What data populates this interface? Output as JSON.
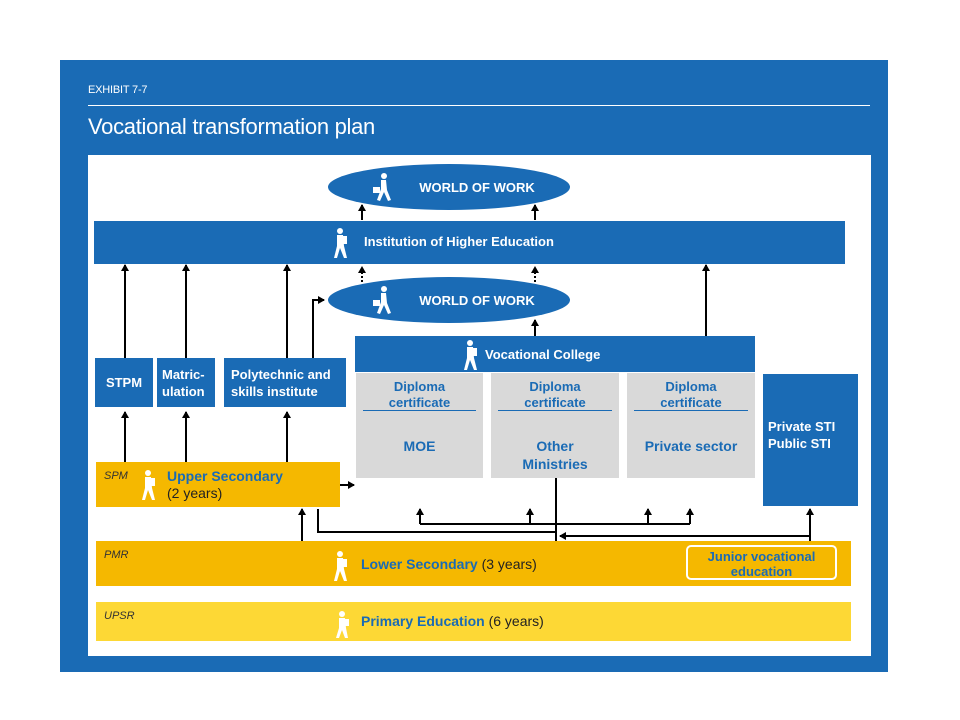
{
  "header": {
    "exhibit": "EXHIBIT 7-7",
    "title": "Vocational transformation plan"
  },
  "world_of_work_top": "WORLD OF WORK",
  "world_of_work_mid": "WORLD OF WORK",
  "higher_ed": "Institution of Higher Education",
  "stpm": "STPM",
  "matriculation": {
    "line1": "Matric-",
    "line2": "ulation"
  },
  "polytechnic": {
    "line1": "Polytechnic and",
    "line2": "skills institute"
  },
  "vocational_college": "Vocational College",
  "diplomas": [
    {
      "line1": "Diploma",
      "line2": "certificate",
      "org1": "MOE",
      "org2": ""
    },
    {
      "line1": "Diploma",
      "line2": "certificate",
      "org1": "Other",
      "org2": "Ministries"
    },
    {
      "line1": "Diploma",
      "line2": "certificate",
      "org1": "Private sector",
      "org2": ""
    }
  ],
  "private_sti": {
    "line1": "Private STI",
    "line2": "Public STI"
  },
  "upper_secondary": {
    "stage": "SPM",
    "label": "Upper Secondary",
    "years": "(2 years)"
  },
  "lower_secondary": {
    "stage": "PMR",
    "label": "Lower Secondary",
    "years": "(3 years)"
  },
  "junior_vocational": {
    "line1": "Junior vocational",
    "line2": "education"
  },
  "primary": {
    "stage": "UPSR",
    "label": "Primary Education",
    "years": "(6 years)"
  },
  "colors": {
    "blue": "#1a6bb5",
    "gold": "#f5b800",
    "light_gold": "#fdd835",
    "grey": "#d9d9d9"
  }
}
